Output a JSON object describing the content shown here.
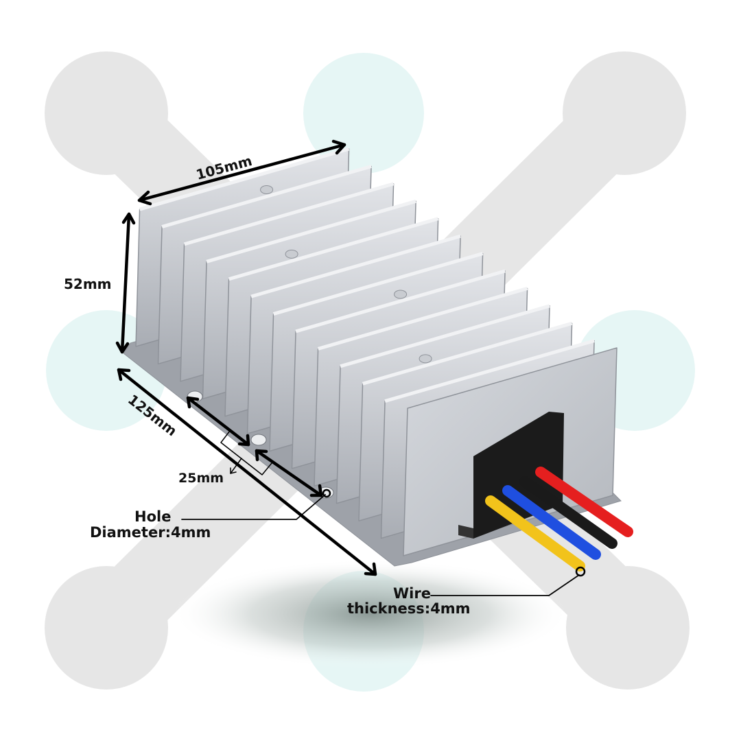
{
  "labels": {
    "width": "105mm",
    "height": "52mm",
    "length": "125mm",
    "hole_spacing": "25mm",
    "hole_line1": "Hole",
    "hole_line2": "Diameter:4mm",
    "wire_line1": "Wire",
    "wire_line2": "thickness:4mm"
  },
  "colors": {
    "bg_gray": "#e6e6e6",
    "bg_cyan": "#e6f6f5",
    "housing": "#b9bcc2",
    "wire_red": "#e51f1f",
    "wire_black": "#1a1a1a",
    "wire_blue": "#1f4fe0",
    "wire_yellow": "#f2c31b"
  }
}
